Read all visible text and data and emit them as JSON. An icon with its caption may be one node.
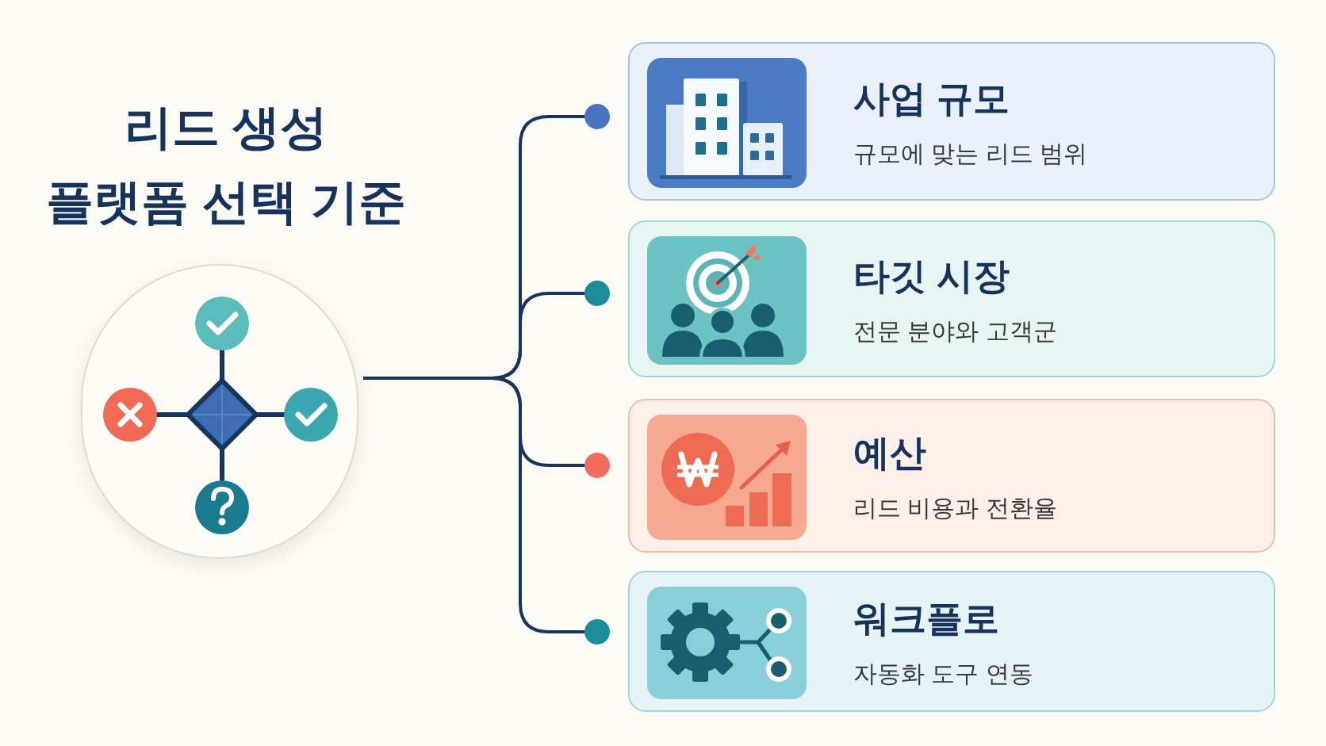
{
  "diagram": {
    "title": "리드 생성 플랫폼 선택 기준",
    "nodes": [
      {
        "text": [],
        "shape": "circle"
      },
      {
        "text": [],
        "shape": "circle"
      },
      {
        "text": [],
        "shape": "circle"
      },
      {
        "text": [],
        "shape": "circle"
      },
      {
        "text": [],
        "shape": "circle"
      },
      {
        "text": [
          "사업 규모",
          "규모에 맞는 리드 범위"
        ]
      },
      {
        "text": [
          "타깃 시장",
          "전문 분야와 고객군"
        ]
      },
      {
        "text": [
          "예산",
          "리드 비용과 전환율"
        ]
      },
      {
        "text": [
          "워크플로",
          "자동화 도구 연동"
        ]
      }
    ],
    "edges": [
      {
        "from": 0,
        "to": 1,
        "arrow": "none"
      },
      {
        "from": 0,
        "to": 2,
        "arrow": "none"
      },
      {
        "from": 0,
        "to": 3,
        "arrow": "none"
      },
      {
        "from": 0,
        "to": 4,
        "arrow": "none"
      }
    ]
  }
}
